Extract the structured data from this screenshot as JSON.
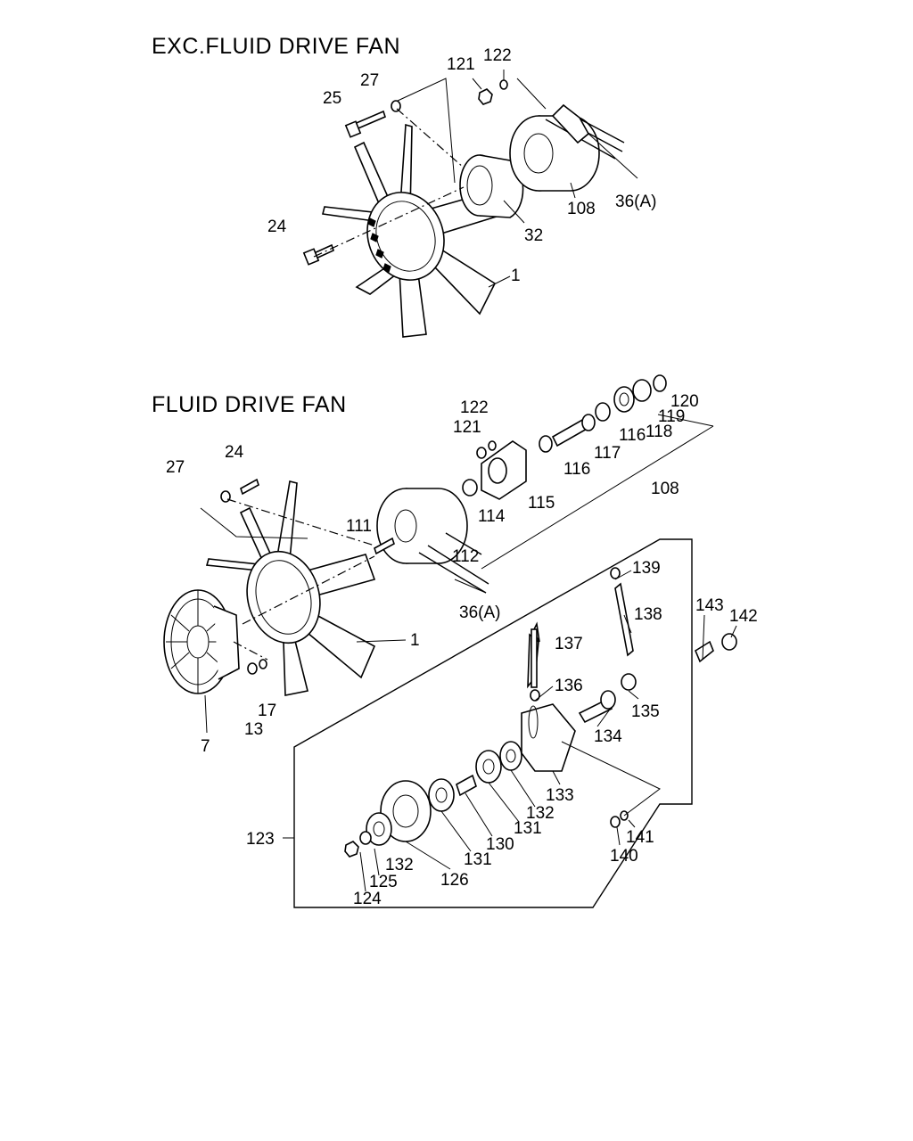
{
  "sections": {
    "top_title": "EXC.FLUID DRIVE FAN",
    "bottom_title": "FLUID DRIVE FAN"
  },
  "callouts": {
    "t25": "25",
    "t27": "27",
    "t121": "121",
    "t122": "122",
    "t24": "24",
    "t32": "32",
    "t108": "108",
    "t36a": "36(A)",
    "t1": "1",
    "b122": "122",
    "b121": "121",
    "b120": "120",
    "b119": "119",
    "b118": "118",
    "b116a": "116",
    "b116b": "116",
    "b117": "117",
    "b108": "108",
    "b115": "115",
    "b114": "114",
    "b27": "27",
    "b24": "24",
    "b111": "111",
    "b112": "112",
    "b36a": "36(A)",
    "b1": "1",
    "b139": "139",
    "b138": "138",
    "b143": "143",
    "b142": "142",
    "b137": "137",
    "b136": "136",
    "b135": "135",
    "b134": "134",
    "b17": "17",
    "b13": "13",
    "b7": "7",
    "b133": "133",
    "b132a": "132",
    "b131a": "131",
    "b130": "130",
    "b131b": "131",
    "b132b": "132",
    "b141": "141",
    "b140": "140",
    "b123": "123",
    "b126": "126",
    "b125": "125",
    "b124": "124"
  }
}
